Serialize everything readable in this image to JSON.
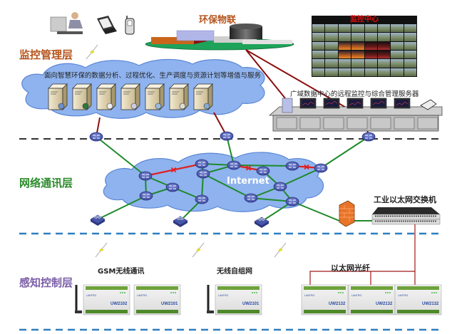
{
  "layers": {
    "monitoring": {
      "label": "监控管理层",
      "color": "#b5541c"
    },
    "network": {
      "label": "网络通讯层",
      "color": "#2a8a2a"
    },
    "perception": {
      "label": "感知控制层",
      "color": "#7b5ea7"
    }
  },
  "top": {
    "iot_title": "环保物联",
    "iot_title_color": "#b5541c",
    "monitor_center_title": "监控中心",
    "cloud_service_text": "面向智慧环保的数据分析、过程优化、生产调度与资源计划等增值与服务",
    "server_room_caption": "广域数据中心的远程监控与综合管理服务器",
    "server_icons": [
      "user-server-icon",
      "globe-server-icon",
      "mail-server-icon",
      "database-server-icon",
      "web-server-icon",
      "rack-server-icon",
      "file-server-icon"
    ],
    "client_devices": [
      "operator-workstation-icon",
      "laptop-icon",
      "mobile-phone-icon"
    ]
  },
  "network": {
    "cloud_label": "Internet",
    "switch_label": "工业以太网交换机",
    "firewall": "firewall-icon"
  },
  "bottom": {
    "groups": [
      {
        "caption": "GSM无线通讯",
        "devices": [
          "UW2102",
          "UW2101"
        ],
        "link": "wireless"
      },
      {
        "caption": "无线自组网",
        "devices": [
          "UW2101"
        ],
        "link": "wireless"
      },
      {
        "caption": "以太网光纤",
        "devices": [
          "UW2132",
          "UW2132",
          "UW2132"
        ],
        "link": "fiber"
      }
    ],
    "device_brand": "LANTRO"
  },
  "colors": {
    "link_green": "#1e8a2a",
    "link_fault_red": "#e02020",
    "uplink_darkred": "#8b1010",
    "dash_gray": "#333333",
    "dash_blue": "#2e7fc0",
    "cloud_fill": "#8fb3ee",
    "cloud_stroke": "#5b86d6"
  }
}
